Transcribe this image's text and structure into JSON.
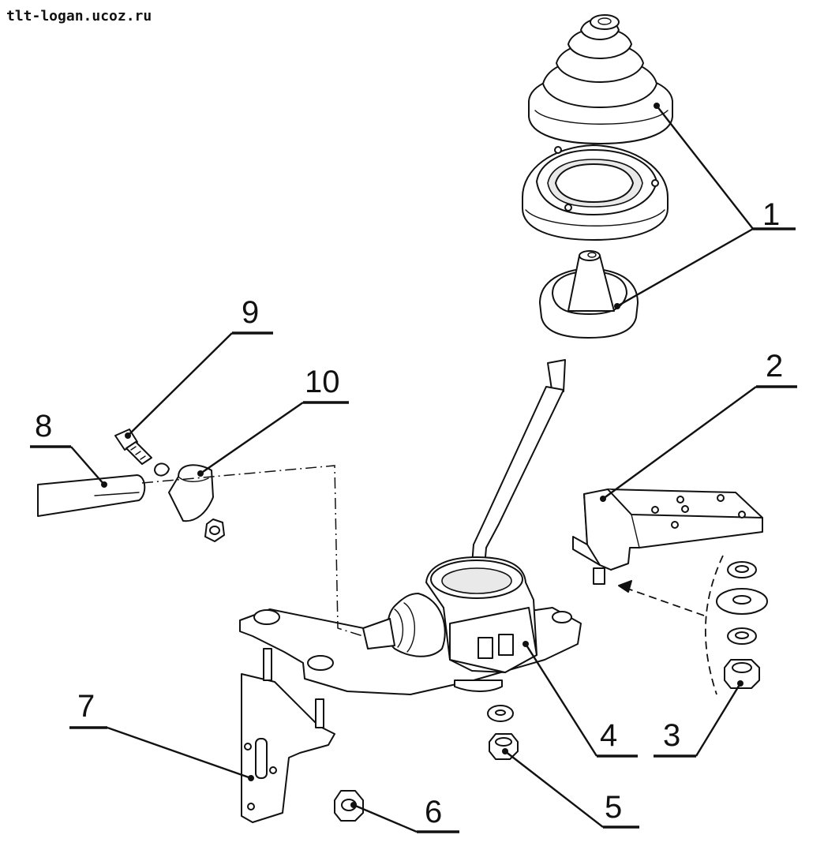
{
  "watermark": "tlt-logan.ucoz.ru",
  "callouts": [
    {
      "id": "1",
      "label": "1"
    },
    {
      "id": "2",
      "label": "2"
    },
    {
      "id": "3",
      "label": "3"
    },
    {
      "id": "4",
      "label": "4"
    },
    {
      "id": "5",
      "label": "5"
    },
    {
      "id": "6",
      "label": "6"
    },
    {
      "id": "7",
      "label": "7"
    },
    {
      "id": "8",
      "label": "8"
    },
    {
      "id": "9",
      "label": "9"
    },
    {
      "id": "10",
      "label": "10"
    }
  ],
  "colors": {
    "ink": "#111111",
    "paper": "#ffffff"
  }
}
